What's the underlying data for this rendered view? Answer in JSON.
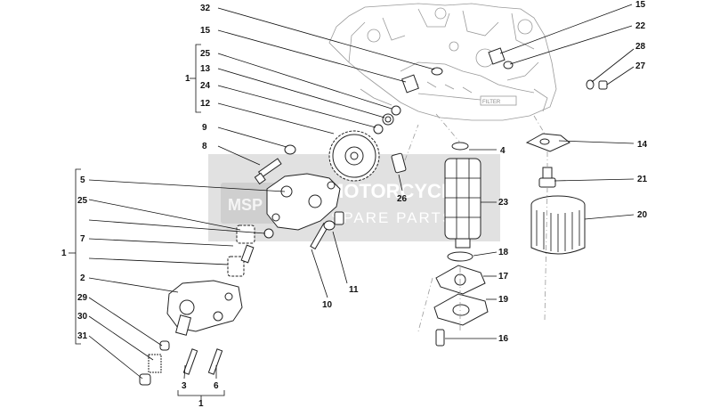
{
  "diagram": {
    "callouts": {
      "c32": "32",
      "c15a": "15",
      "c15b": "15",
      "c22": "22",
      "c28": "28",
      "c27": "27",
      "c25a": "25",
      "c13": "13",
      "c24": "24",
      "c12": "12",
      "c9": "9",
      "c8": "8",
      "c4": "4",
      "c14": "14",
      "c21": "21",
      "c23": "23",
      "c20": "20",
      "c26": "26",
      "c5": "5",
      "c25b": "25",
      "c7": "7",
      "c2": "2",
      "c29": "29",
      "c30": "30",
      "c31": "31",
      "c10": "10",
      "c11": "11",
      "c18": "18",
      "c17": "17",
      "c19": "19",
      "c16": "16",
      "c3": "3",
      "c6": "6"
    },
    "groups": {
      "g1_top": "1",
      "g1_left": "1",
      "g1_bottom": "1"
    },
    "engine_label": "FILTER"
  },
  "watermark": {
    "line1": "MOTORCYCLE",
    "line2": "SPARE PARTS",
    "badge": "MSP"
  }
}
